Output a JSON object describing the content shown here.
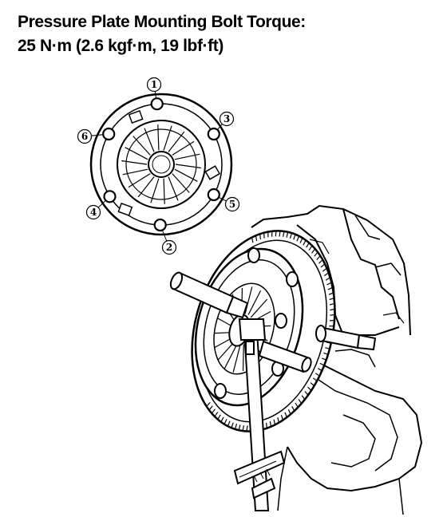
{
  "heading": {
    "line1": "Pressure Plate Mounting Bolt Torque:",
    "line2": "25 N·m (2.6 kgf·m, 19 lbf·ft)"
  },
  "tightening_sequence": [
    "1",
    "2",
    "3",
    "4",
    "5",
    "6"
  ]
}
